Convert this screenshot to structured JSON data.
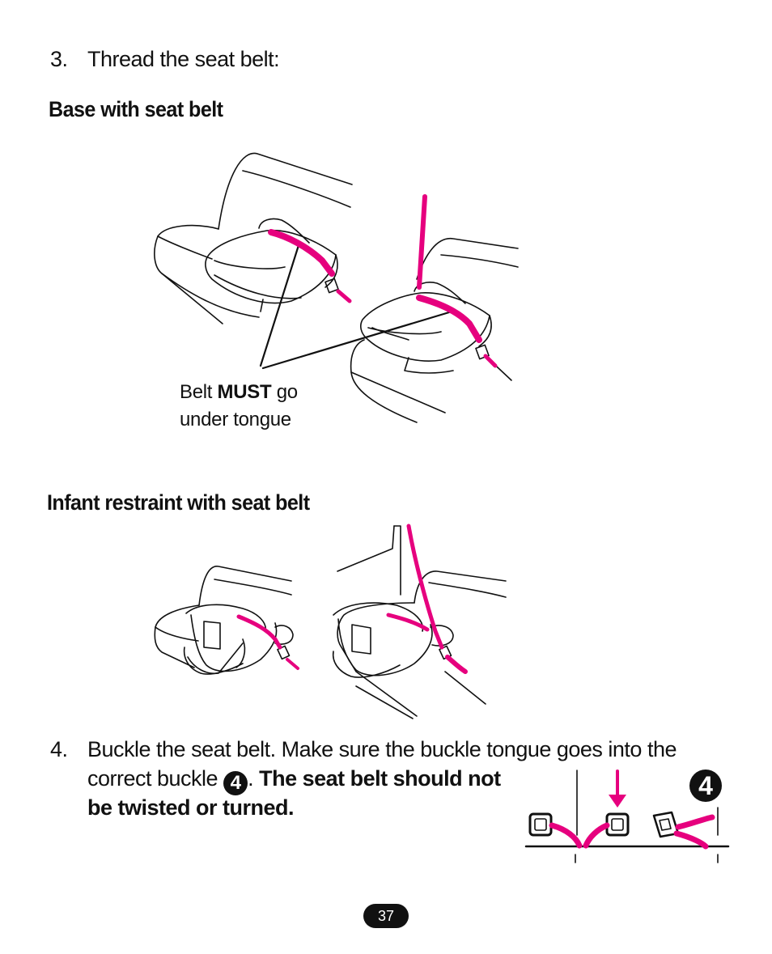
{
  "step3": {
    "number": "3.",
    "text": "Thread the seat belt:"
  },
  "sections": {
    "base_heading": "Base with seat belt",
    "infant_heading": "Infant restraint with seat belt"
  },
  "callout": {
    "part1": "Belt ",
    "bold": "MUST",
    "part2": " go",
    "line2": "under tongue"
  },
  "step4": {
    "number": "4.",
    "line1": "Buckle the seat belt. Make sure the buckle tongue goes into the",
    "line2_start": "correct buckle ",
    "ref": "4",
    "line2_end": ". ",
    "bold1": "The seat belt should not",
    "bold2": "be twisted or turned."
  },
  "figure4_label": "4",
  "page_number": "37",
  "colors": {
    "belt": "#e6007e",
    "ink": "#111111"
  }
}
